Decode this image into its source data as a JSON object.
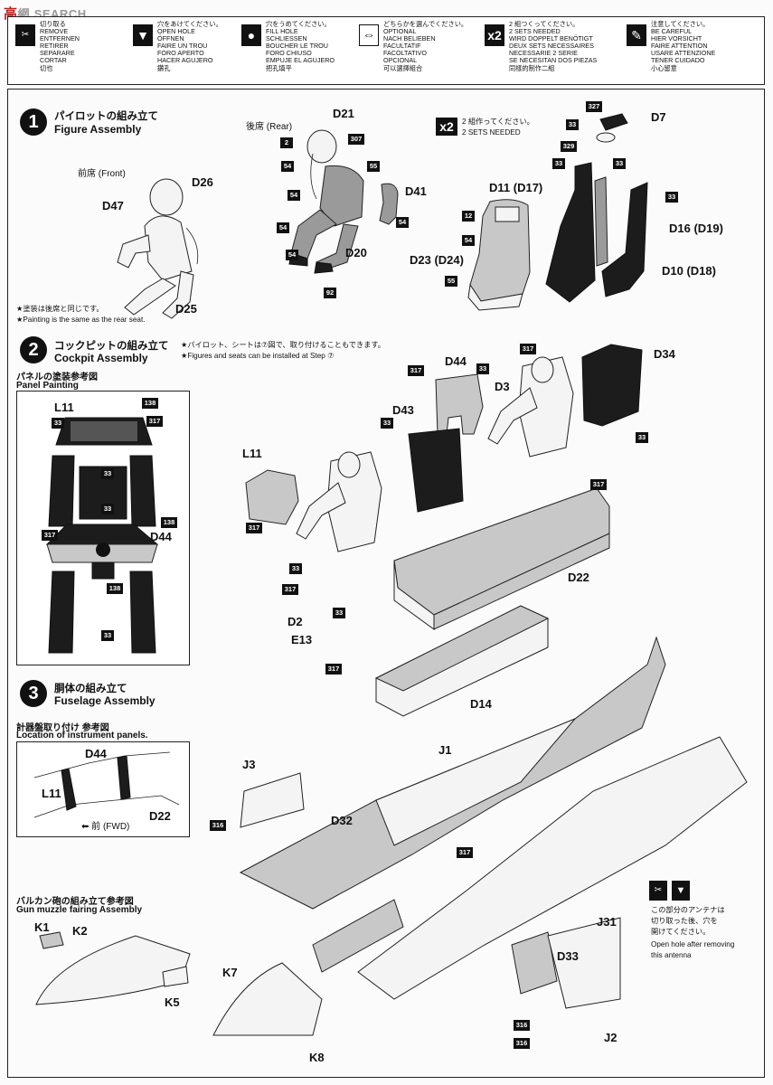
{
  "watermark": {
    "part1": "高",
    "part2": "網",
    "part3": "SEARCH"
  },
  "legend": [
    {
      "icon": "remove-icon",
      "lines": [
        "切り取る",
        "REMOVE",
        "ENTFERNEN",
        "RETIRER",
        "SEPARARE",
        "CORTAR",
        "切也"
      ]
    },
    {
      "icon": "open-hole-icon",
      "lines": [
        "穴をあけてください。",
        "OPEN HOLE",
        "ÖFFNEN",
        "FAIRE UN TROU",
        "FORO APERTO",
        "HACER AGUJERO",
        "鑽孔"
      ]
    },
    {
      "icon": "fill-hole-icon",
      "lines": [
        "穴をうめてください。",
        "FILL HOLE",
        "SCHLIESSEN",
        "BOUCHER LE TROU",
        "FORO CHIUSO",
        "EMPUJE EL AGUJERO",
        "把孔填平"
      ]
    },
    {
      "icon": "optional-icon",
      "lines": [
        "どちらかを選んでください。",
        "OPTIONAL",
        "NACH BELIEBEN",
        "FACULTATIF",
        "FACOLTATIVO",
        "OPCIONAL",
        "可以選擇組合"
      ]
    },
    {
      "icon": "x2-icon",
      "icon_text": "x2",
      "lines": [
        "2 組つくってください。",
        "2 SETS NEEDED",
        "WIRD DOPPELT BENÖTIGT",
        "DEUX SETS NECESSAIRES",
        "NECESSARIE 2 SERIE",
        "SE NECESITAN DOS PIEZAS",
        "同樣的制作二組"
      ]
    },
    {
      "icon": "be-careful-icon",
      "lines": [
        "注意してください。",
        "BE CAREFUL",
        "HIER VORSICHT",
        "FAIRE ATTENTION",
        "USARE ATTENZIONE",
        "TENER CUIDADO",
        "小心留意"
      ]
    }
  ],
  "step1": {
    "num": "1",
    "jp": "パイロットの組み立て",
    "en": "Figure Assembly",
    "front_label": "前席 (Front)",
    "rear_label": "後席 (Rear)",
    "x2_text": "x2",
    "x2_jp": "2 組作ってください。",
    "x2_en": "2 SETS NEEDED",
    "note_jp": "★塗装は後席と同じです。",
    "note_en": "★Painting is the same as the rear seat.",
    "parts": {
      "D26": "D26",
      "D47": "D47",
      "D25": "D25",
      "D21": "D21",
      "D41": "D41",
      "D20": "D20",
      "D7": "D7",
      "D11": "D11 (D17)",
      "D16": "D16 (D19)",
      "D23": "D23 (D24)",
      "D10": "D10 (D18)"
    },
    "colors": {
      "c2": "2",
      "c307": "307",
      "c54": "54",
      "c55": "55",
      "c92": "92",
      "c327": "327",
      "c33": "33",
      "c329": "329",
      "c12": "12"
    }
  },
  "step2": {
    "num": "2",
    "jp": "コックピットの組み立て",
    "en": "Cockpit Assembly",
    "note_jp": "★パイロット、シートは⑦図で、取り付けることもできます。",
    "note_en": "★Figures and seats can be installed at Step ⑦",
    "panel_jp": "パネルの塗装参考図",
    "panel_en": "Panel Painting",
    "parts": {
      "L11": "L11",
      "D44": "D44",
      "D3": "D3",
      "D34": "D34",
      "D43": "D43",
      "D22": "D22",
      "D2": "D2",
      "E13": "E13",
      "D14": "D14"
    },
    "colors": {
      "c138": "138",
      "c33": "33",
      "c317": "317"
    }
  },
  "step3": {
    "num": "3",
    "jp": "胴体の組み立て",
    "en": "Fuselage Assembly",
    "loc_jp": "計器盤取り付け 参考図",
    "loc_en": "Location of instrument panels.",
    "fwd": "前 (FWD)",
    "gun_jp": "バルカン砲の組み立て参考図",
    "gun_en": "Gun muzzle fairing Assembly",
    "antenna_jp1": "この部分のアンテナは",
    "antenna_jp2": "切り取った後、穴を",
    "antenna_jp3": "開けてください。",
    "antenna_en1": "Open hole after removing",
    "antenna_en2": "this antenna",
    "parts": {
      "J1": "J1",
      "J3": "J3",
      "D32": "D32",
      "J31": "J31",
      "D33": "D33",
      "J2": "J2",
      "K1": "K1",
      "K2": "K2",
      "K5": "K5",
      "K7": "K7",
      "K8": "K8",
      "D44": "D44",
      "L11": "L11",
      "D22": "D22"
    },
    "colors": {
      "c316": "316",
      "c317": "317"
    }
  }
}
